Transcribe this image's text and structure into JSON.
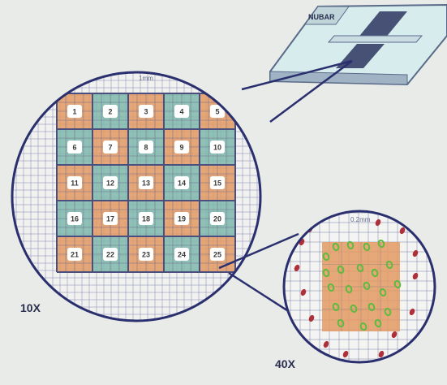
{
  "labels": {
    "slide_brand": "NUBAR",
    "big_scale": "1mm",
    "small_scale": "0.2mm",
    "mag_low": "10X",
    "mag_high": "40X"
  },
  "grid": {
    "rows": 5,
    "cols": 5,
    "square_numbers": [
      [
        "1",
        "2",
        "3",
        "4",
        "5"
      ],
      [
        "6",
        "7",
        "8",
        "9",
        "10"
      ],
      [
        "11",
        "12",
        "13",
        "14",
        "15"
      ],
      [
        "16",
        "17",
        "18",
        "19",
        "20"
      ],
      [
        "21",
        "22",
        "23",
        "24",
        "25"
      ]
    ],
    "pattern": [
      [
        "orange",
        "teal",
        "orange",
        "teal",
        "orange"
      ],
      [
        "teal",
        "orange",
        "teal",
        "orange",
        "teal"
      ],
      [
        "orange",
        "teal",
        "orange",
        "teal",
        "orange"
      ],
      [
        "teal",
        "orange",
        "teal",
        "orange",
        "teal"
      ],
      [
        "orange",
        "teal",
        "orange",
        "teal",
        "orange"
      ]
    ]
  },
  "cells": {
    "red_count": 14,
    "green_count": 22
  },
  "colors": {
    "background": "#e9ebe8",
    "circle_outline": "#2a2f6e",
    "grid_line": "#8a8fb8",
    "orange_square": "#e39a63",
    "teal_square": "#7fb9ac",
    "slide_body": "#d7ecec",
    "slide_edge": "#5a6b8a",
    "chamber": "#2e3560",
    "red_cell": "#b0303a",
    "green_cell": "#5dbb3f",
    "text": "#2a2f4f"
  }
}
